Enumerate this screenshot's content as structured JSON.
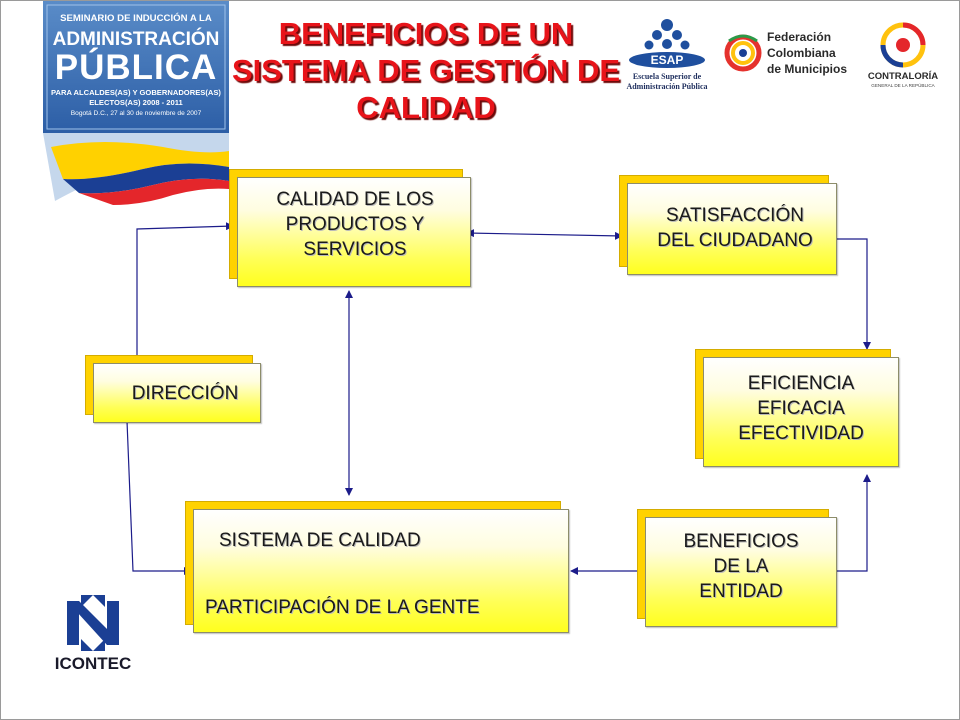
{
  "header": {
    "title_lines": [
      "BENEFICIOS DE UN",
      "SISTEMA DE GESTIÓN DE",
      "CALIDAD"
    ]
  },
  "banner": {
    "line1": "SEMINARIO DE INDUCCIÓN A LA",
    "line2": "ADMINISTRACIÓN",
    "line3": "PÚBLICA",
    "line4": "PARA ALCALDES(AS) Y GOBERNADORES(AS)",
    "line5": "ELECTOS(AS) 2008 - 2011",
    "line6": "Bogotá D.C., 27 al 30 de noviembre de 2007"
  },
  "logos": {
    "esap_name": "ESAP",
    "esap_sub1": "Escuela Superior de",
    "esap_sub2": "Administración Pública",
    "fed_1": "Federación",
    "fed_2": "Colombiana",
    "fed_3": "de Municipios",
    "contraloria": "CONTRALORÍA",
    "contraloria_sub": "GENERAL DE LA REPÚBLICA",
    "icontec": "ICONTEC"
  },
  "diagram": {
    "calidad": [
      "CALIDAD DE LOS",
      "PRODUCTOS Y",
      "SERVICIOS"
    ],
    "satisfaccion": [
      "SATISFACCIÓN",
      "DEL CIUDADANO"
    ],
    "direccion": "DIRECCIÓN",
    "eficiencia": [
      "EFICIENCIA",
      "EFICACIA",
      "EFECTIVIDAD"
    ],
    "sistema_top": "SISTEMA DE CALIDAD",
    "sistema_bottom": "PARTICIPACIÓN DE LA GENTE",
    "beneficios": [
      "BENEFICIOS",
      "DE LA",
      "ENTIDAD"
    ]
  },
  "colors": {
    "title_red": "#e8141a",
    "box_yellow": "#ffff1e",
    "box_back": "#ffd200",
    "arrow_navy": "#1c1c8a",
    "flag_yellow": "#ffd100",
    "flag_blue": "#1b3f94",
    "flag_red": "#e4262b"
  }
}
